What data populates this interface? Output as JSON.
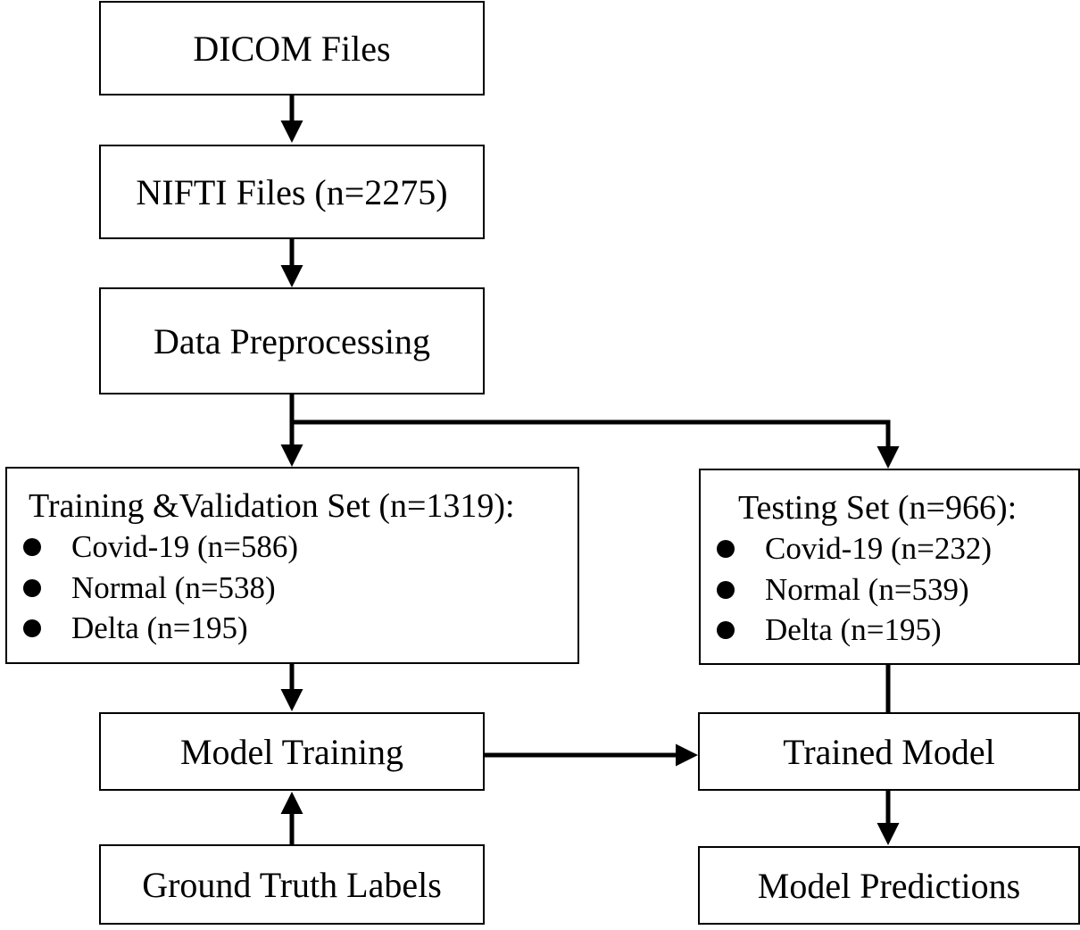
{
  "nodes": {
    "dicom": "DICOM Files",
    "nifti": "NIFTI Files (n=2275)",
    "preprocessing": "Data Preprocessing",
    "training_set": {
      "title": "Training &Validation Set (n=1319):",
      "items": [
        "Covid-19 (n=586)",
        "Normal (n=538)",
        "Delta (n=195)"
      ]
    },
    "testing_set": {
      "title": "Testing Set (n=966):",
      "items": [
        "Covid-19 (n=232)",
        "Normal (n=539)",
        "Delta (n=195)"
      ]
    },
    "model_training": "Model Training",
    "trained_model": "Trained Model",
    "ground_truth": "Ground Truth Labels",
    "predictions": "Model Predictions"
  }
}
